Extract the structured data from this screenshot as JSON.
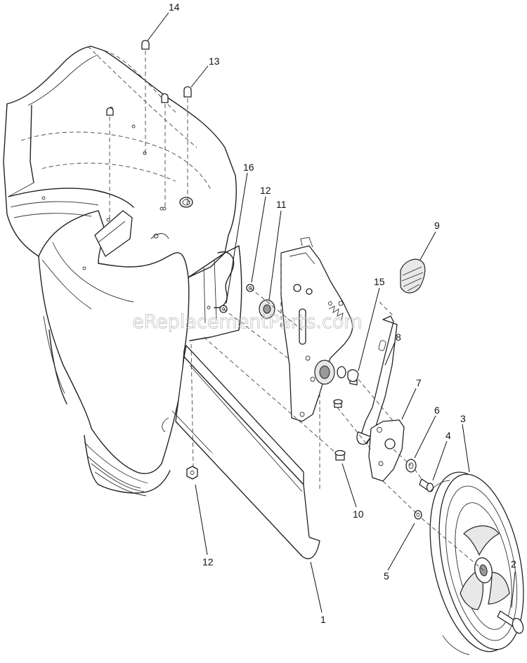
{
  "watermark": "eReplacementParts.com",
  "callouts": [
    {
      "id": "c14",
      "label": "14"
    },
    {
      "id": "c13",
      "label": "13"
    },
    {
      "id": "c16",
      "label": "16"
    },
    {
      "id": "c12a",
      "label": "12"
    },
    {
      "id": "c11",
      "label": "11"
    },
    {
      "id": "c9",
      "label": "9"
    },
    {
      "id": "c15",
      "label": "15"
    },
    {
      "id": "c8",
      "label": "8"
    },
    {
      "id": "c7",
      "label": "7"
    },
    {
      "id": "c6",
      "label": "6"
    },
    {
      "id": "c4",
      "label": "4"
    },
    {
      "id": "c3",
      "label": "3"
    },
    {
      "id": "c10",
      "label": "10"
    },
    {
      "id": "c12b",
      "label": "12"
    },
    {
      "id": "c5",
      "label": "5"
    },
    {
      "id": "c1",
      "label": "1"
    },
    {
      "id": "c2",
      "label": "2"
    }
  ]
}
